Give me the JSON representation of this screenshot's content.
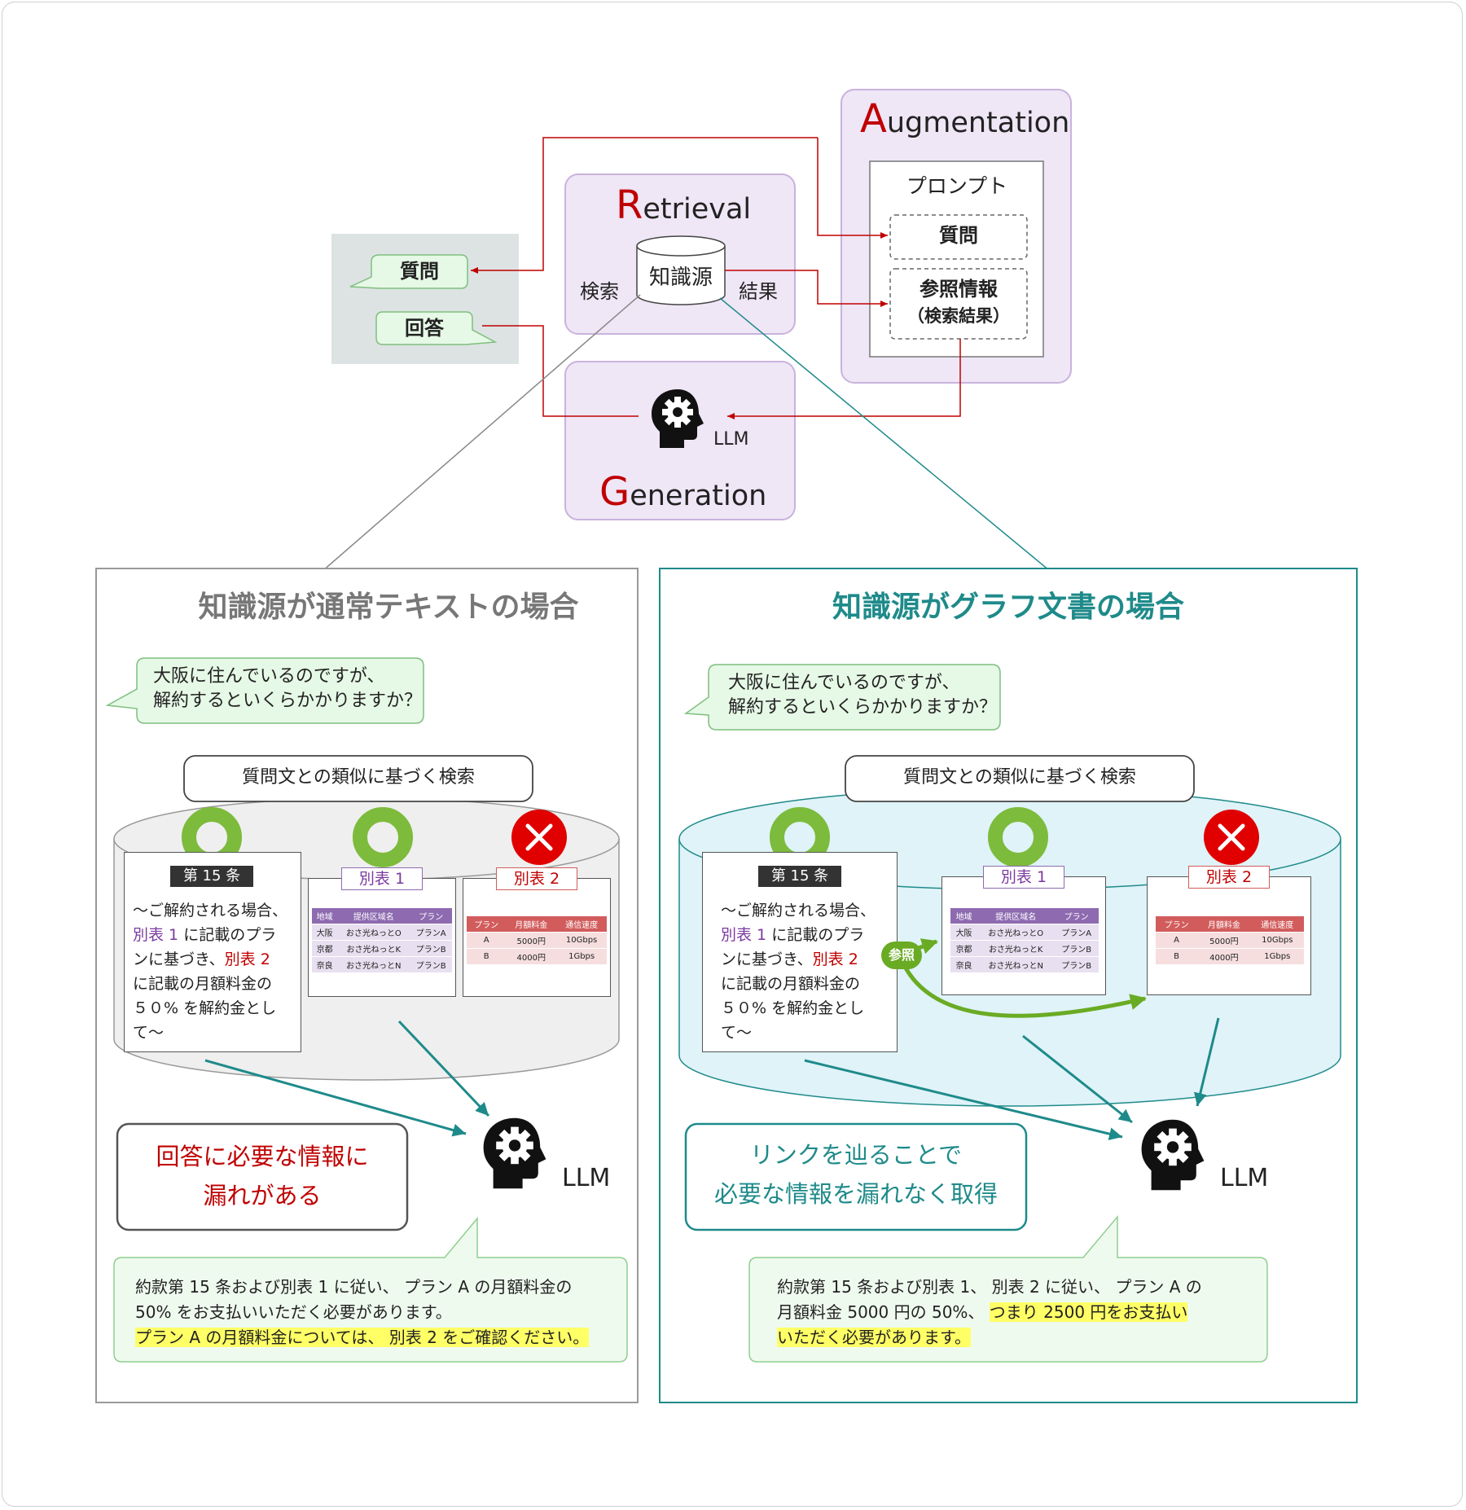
{
  "top": {
    "retrieval_letter": "R",
    "retrieval_rest": "etrieval",
    "augmentation_letter": "A",
    "augmentation_rest": "ugmentation",
    "generation_letter": "G",
    "generation_rest": "eneration",
    "prompt_label": "プロンプト",
    "prompt_question": "質問",
    "prompt_reference_line1": "参照情報",
    "prompt_reference_line2": "（検索結果）",
    "knowledge_source": "知識源",
    "search_label": "検索",
    "result_label": "結果",
    "user_question": "質問",
    "user_answer": "回答",
    "llm_label": "LLM"
  },
  "left_panel": {
    "title": "知識源が通常テキストの場合",
    "question_line1": "大阪に住んでいるのですが、",
    "question_line2": "解約するといくらかかりますか？",
    "search_label": "質問文との類似に基づく検索",
    "article_title": "第 15 条",
    "article_lines": [
      "～ご解約される場合、",
      "に記載のプラ",
      "ンに基づき、",
      "に記載の月額料金の",
      "５０% を解約金とし",
      "て～"
    ],
    "ref1": "別表 1",
    "ref2": "別表 2",
    "table1_label": "別表 1",
    "table2_label": "別表 2",
    "problem_line1": "回答に必要な情報に",
    "problem_line2": "漏れがある",
    "llm_label": "LLM",
    "answer_line1": "約款第 15 条および別表 1 に従い、 プラン A の月額料金の",
    "answer_line2": "50% をお支払いいただく必要があります。",
    "answer_line3": "プラン A の月額料金については、 別表 2 をご確認ください。"
  },
  "right_panel": {
    "title": "知識源がグラフ文書の場合",
    "question_line1": "大阪に住んでいるのですが、",
    "question_line2": "解約するといくらかかりますか？",
    "search_label": "質問文との類似に基づく検索",
    "article_title": "第 15 条",
    "article_lines": [
      "～ご解約される場合、",
      "に記載のプラ",
      "ンに基づき、",
      "に記載の月額料金の",
      "５０% を解約金とし",
      "て～"
    ],
    "ref1": "別表 1",
    "ref2": "別表 2",
    "table1_label": "別表 1",
    "table2_label": "別表 2",
    "reference_badge": "参照",
    "solution_line1": "リンクを辿ることで",
    "solution_line2": "必要な情報を漏れなく取得",
    "llm_label": "LLM",
    "answer_line1": "約款第 15 条および別表 1、 別表 2 に従い、 プラン A の",
    "answer_line2a": "月額料金 5000 円の 50%、",
    "answer_line2b": "つまり 2500 円をお支払い",
    "answer_line3": "いただく必要があります。"
  },
  "table1": {
    "headers": [
      "地域",
      "提供区域名",
      "プラン"
    ],
    "rows": [
      [
        "大阪",
        "おさ光ねっとO",
        "プランA"
      ],
      [
        "京都",
        "おさ光ねっとK",
        "プランB"
      ],
      [
        "奈良",
        "おさ光ねっとN",
        "プランB"
      ]
    ]
  },
  "table2": {
    "headers": [
      "プラン",
      "月額料金",
      "通信速度"
    ],
    "rows": [
      [
        "A",
        "5000円",
        "10Gbps"
      ],
      [
        "B",
        "4000円",
        "1Gbps"
      ]
    ]
  },
  "colors": {
    "accent_red": "#c00000",
    "teal": "#1f8a8a",
    "purple_box": "#efe6f6",
    "purple_border": "#c9b3dc",
    "green_ok": "#7dbb3c",
    "red_ng": "#e00000",
    "table1_header": "#8e6bb0",
    "table2_header": "#d25c5c"
  }
}
